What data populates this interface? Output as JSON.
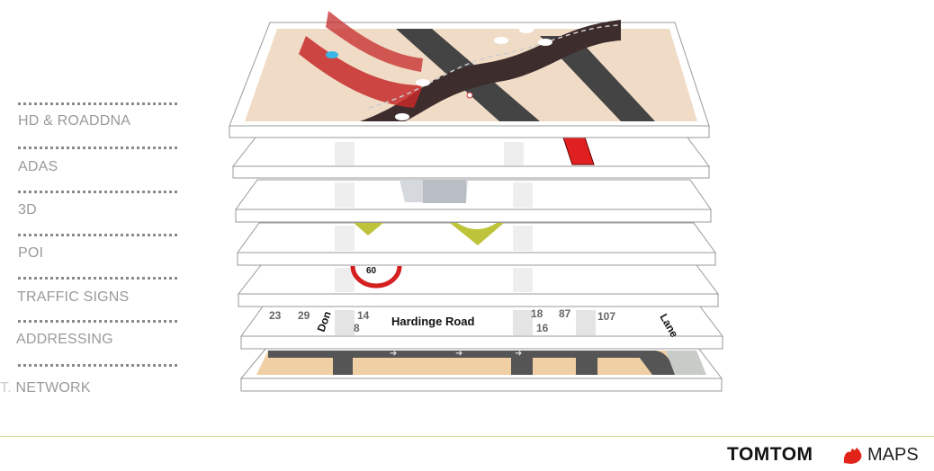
{
  "layers": [
    {
      "label": "HD & ROADDNA"
    },
    {
      "label": "ADAS"
    },
    {
      "label": "3D"
    },
    {
      "label": "POI"
    },
    {
      "label": "TRAFFIC SIGNS"
    },
    {
      "label": "ADDRESSING"
    },
    {
      "label": "NETWORK",
      "prefix": "T."
    }
  ],
  "addressing": {
    "numbers": [
      "23",
      "29",
      "14",
      "8",
      "18",
      "16",
      "87",
      "107"
    ],
    "street_left": "Don",
    "street_main": "Hardinge Road",
    "street_right": "Lane"
  },
  "brand": {
    "logo": "TOMTOM",
    "product": "MAPS",
    "accent": "#e2231a"
  }
}
